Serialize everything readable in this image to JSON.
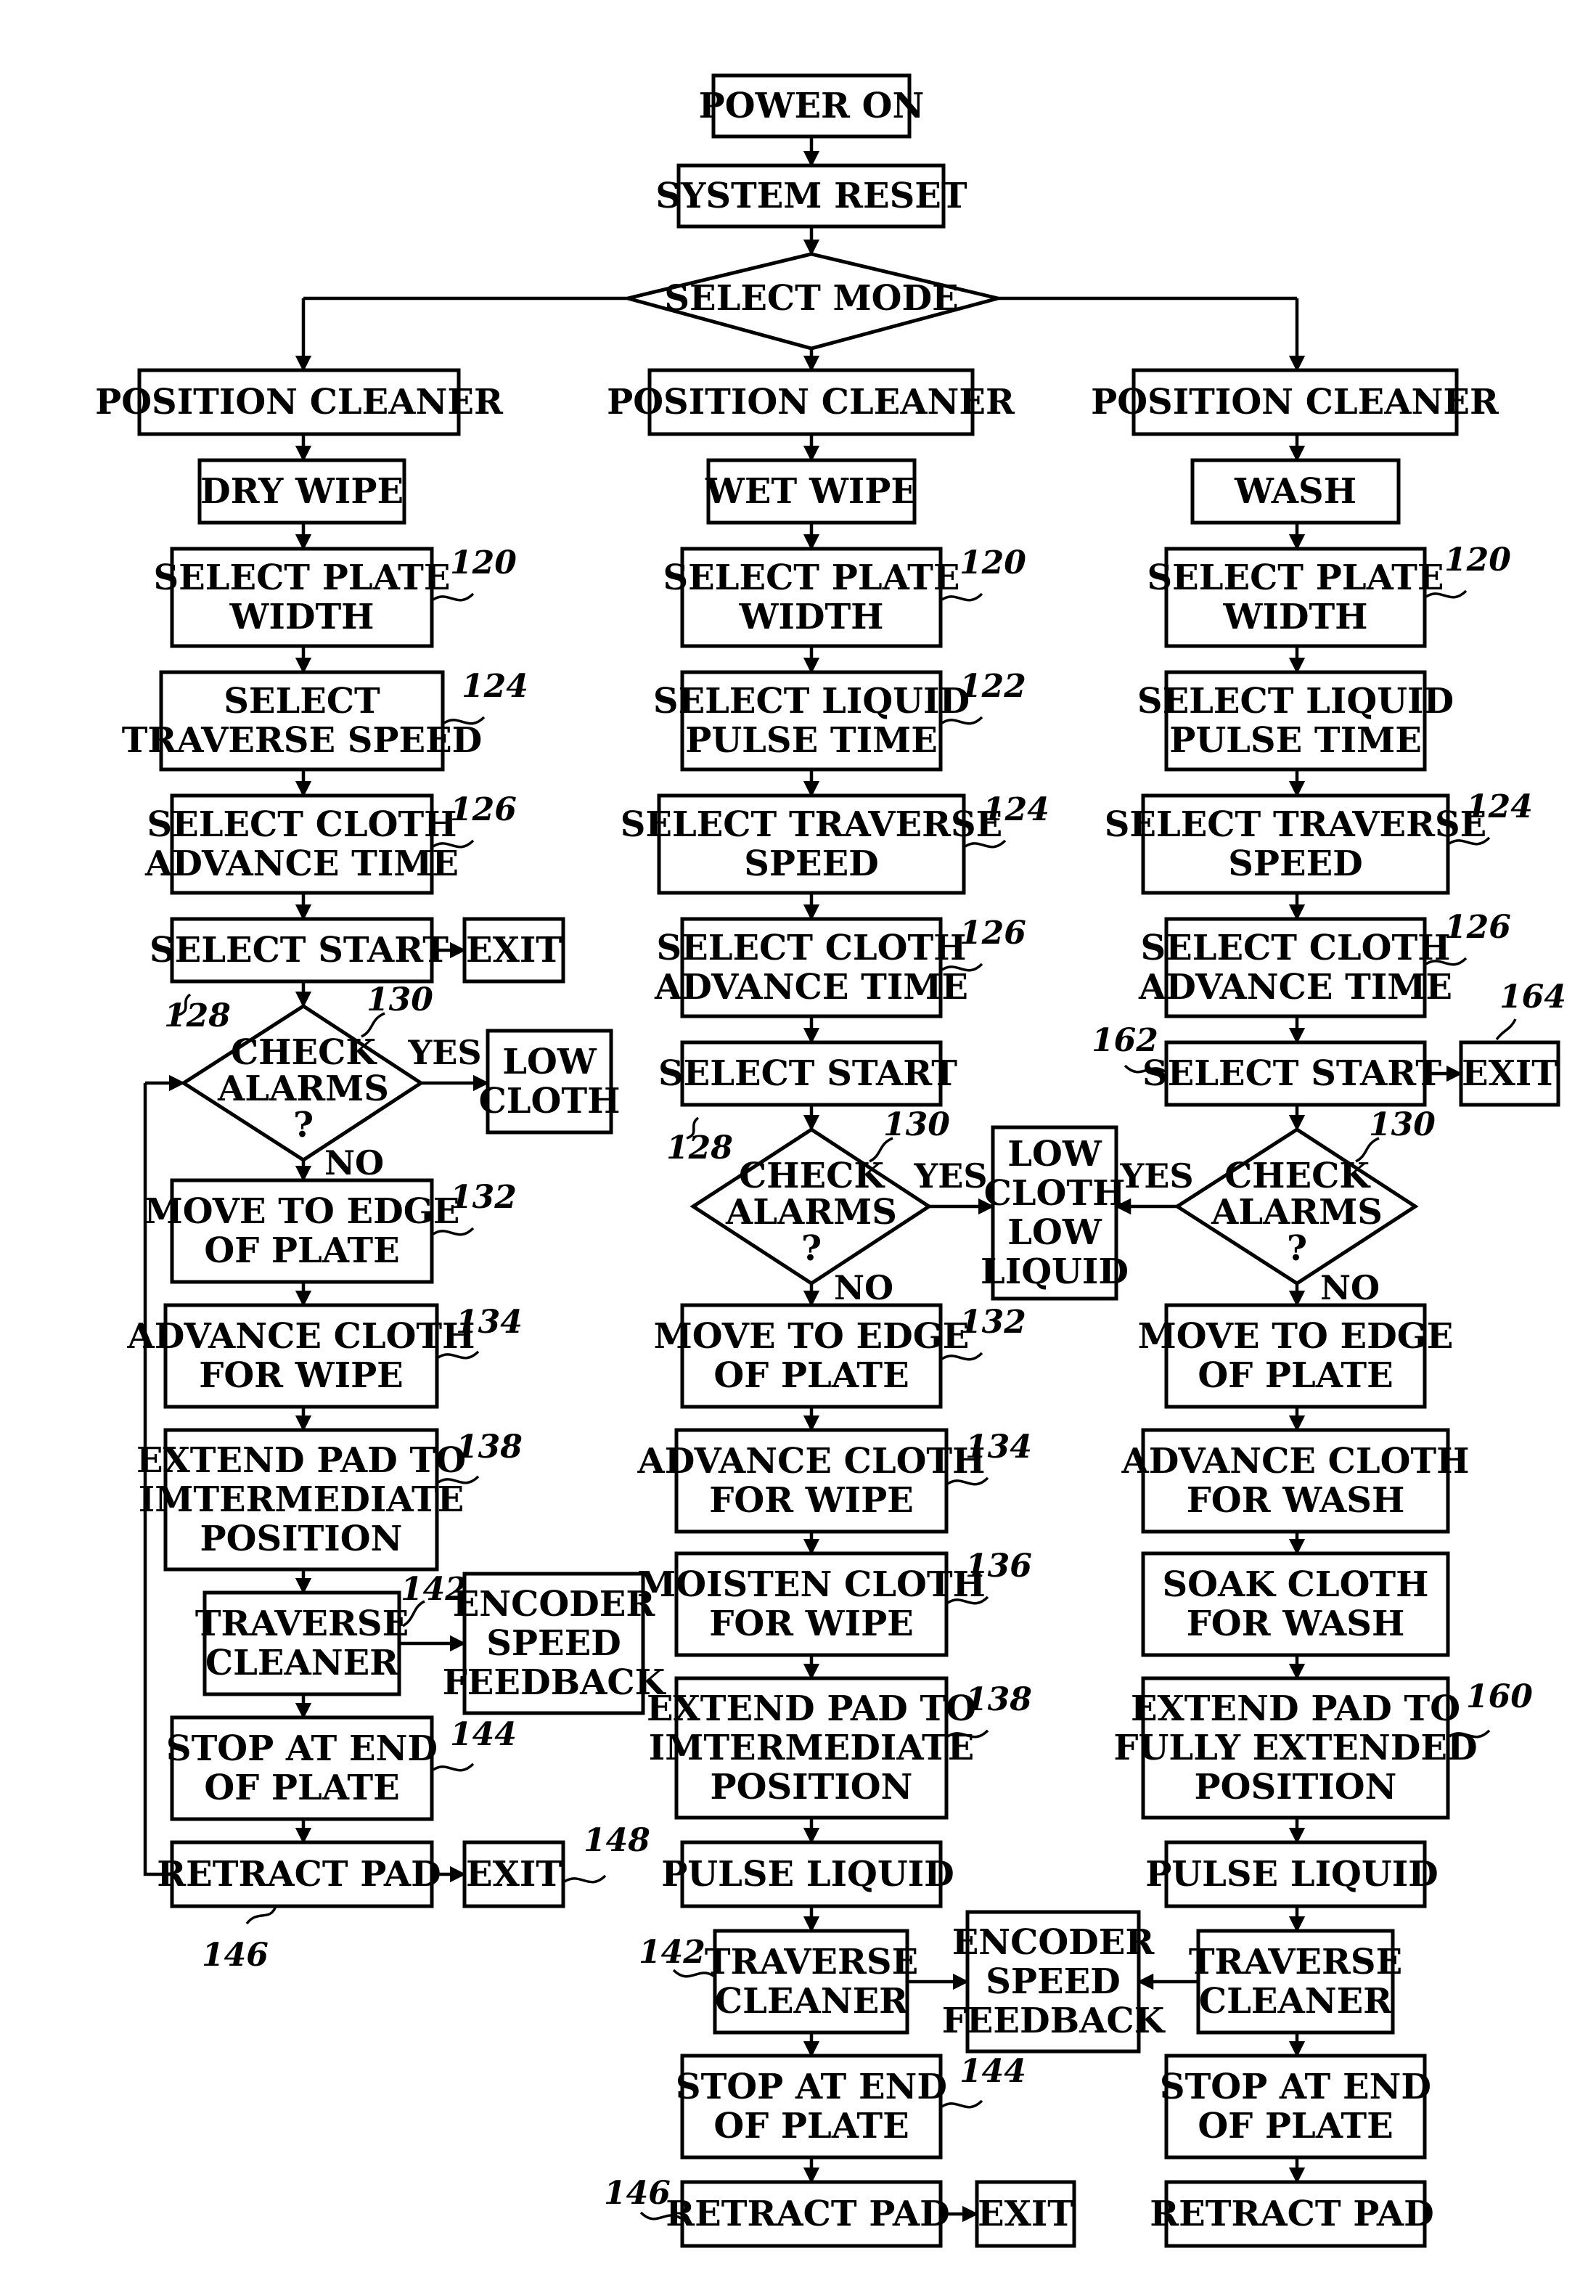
{
  "nodes": {
    "power_on": {
      "lines": [
        "POWER ON"
      ]
    },
    "system_reset": {
      "lines": [
        "SYSTEM RESET"
      ]
    },
    "select_mode": {
      "lines": [
        "SELECT MODE"
      ]
    },
    "left": {
      "position_cleaner": {
        "lines": [
          "POSITION CLEANER"
        ]
      },
      "dry_wipe": {
        "lines": [
          "DRY WIPE"
        ]
      },
      "select_plate_width": {
        "lines": [
          "SELECT PLATE",
          "WIDTH"
        ]
      },
      "select_traverse_speed": {
        "lines": [
          "SELECT",
          "TRAVERSE SPEED"
        ]
      },
      "select_cloth_advance_time": {
        "lines": [
          "SELECT CLOTH",
          "ADVANCE TIME"
        ]
      },
      "select_start": {
        "lines": [
          "SELECT START"
        ]
      },
      "exit_start": {
        "lines": [
          "EXIT"
        ]
      },
      "check_alarms": {
        "lines": [
          "CHECK",
          "ALARMS",
          "?"
        ]
      },
      "low_cloth": {
        "lines": [
          "LOW",
          "CLOTH"
        ]
      },
      "move_to_edge": {
        "lines": [
          "MOVE TO EDGE",
          "OF PLATE"
        ]
      },
      "advance_cloth": {
        "lines": [
          "ADVANCE CLOTH",
          "FOR WIPE"
        ]
      },
      "extend_pad": {
        "lines": [
          "EXTEND PAD TO",
          "IMTERMEDIATE",
          "POSITION"
        ]
      },
      "traverse_cleaner": {
        "lines": [
          "TRAVERSE",
          "CLEANER"
        ]
      },
      "encoder_feedback": {
        "lines": [
          "ENCODER",
          "SPEED",
          "FEEDBACK"
        ]
      },
      "stop_at_end": {
        "lines": [
          "STOP AT END",
          "OF PLATE"
        ]
      },
      "retract_pad": {
        "lines": [
          "RETRACT PAD"
        ]
      },
      "exit_end": {
        "lines": [
          "EXIT"
        ]
      }
    },
    "middle": {
      "position_cleaner": {
        "lines": [
          "POSITION CLEANER"
        ]
      },
      "wet_wipe": {
        "lines": [
          "WET WIPE"
        ]
      },
      "select_plate_width": {
        "lines": [
          "SELECT PLATE",
          "WIDTH"
        ]
      },
      "select_liquid_pulse_time": {
        "lines": [
          "SELECT LIQUID",
          "PULSE TIME"
        ]
      },
      "select_traverse_speed": {
        "lines": [
          "SELECT TRAVERSE",
          "SPEED"
        ]
      },
      "select_cloth_advance_time": {
        "lines": [
          "SELECT CLOTH",
          "ADVANCE TIME"
        ]
      },
      "select_start": {
        "lines": [
          "SELECT START"
        ]
      },
      "check_alarms": {
        "lines": [
          "CHECK",
          "ALARMS",
          "?"
        ]
      },
      "move_to_edge": {
        "lines": [
          "MOVE TO EDGE",
          "OF PLATE"
        ]
      },
      "advance_cloth": {
        "lines": [
          "ADVANCE CLOTH",
          "FOR WIPE"
        ]
      },
      "moisten_cloth": {
        "lines": [
          "MOISTEN CLOTH",
          "FOR WIPE"
        ]
      },
      "extend_pad": {
        "lines": [
          "EXTEND PAD TO",
          "IMTERMEDIATE",
          "POSITION"
        ]
      },
      "pulse_liquid": {
        "lines": [
          "PULSE LIQUID"
        ]
      },
      "traverse_cleaner": {
        "lines": [
          "TRAVERSE",
          "CLEANER"
        ]
      },
      "stop_at_end": {
        "lines": [
          "STOP AT END",
          "OF PLATE"
        ]
      },
      "retract_pad": {
        "lines": [
          "RETRACT PAD"
        ]
      },
      "exit_end": {
        "lines": [
          "EXIT"
        ]
      }
    },
    "low_cloth_low_liquid": {
      "lines": [
        "LOW",
        "CLOTH",
        "LOW",
        "LIQUID"
      ]
    },
    "encoder_feedback_shared": {
      "lines": [
        "ENCODER",
        "SPEED",
        "FEEDBACK"
      ]
    },
    "right": {
      "position_cleaner": {
        "lines": [
          "POSITION CLEANER"
        ]
      },
      "wash": {
        "lines": [
          "WASH"
        ]
      },
      "select_plate_width": {
        "lines": [
          "SELECT PLATE",
          "WIDTH"
        ]
      },
      "select_liquid_pulse_time": {
        "lines": [
          "SELECT LIQUID",
          "PULSE TIME"
        ]
      },
      "select_traverse_speed": {
        "lines": [
          "SELECT TRAVERSE",
          "SPEED"
        ]
      },
      "select_cloth_advance_time": {
        "lines": [
          "SELECT CLOTH",
          "ADVANCE TIME"
        ]
      },
      "select_start": {
        "lines": [
          "SELECT START"
        ]
      },
      "exit_start": {
        "lines": [
          "EXIT"
        ]
      },
      "check_alarms": {
        "lines": [
          "CHECK",
          "ALARMS",
          "?"
        ]
      },
      "move_to_edge": {
        "lines": [
          "MOVE TO EDGE",
          "OF PLATE"
        ]
      },
      "advance_cloth": {
        "lines": [
          "ADVANCE CLOTH",
          "FOR WASH"
        ]
      },
      "soak_cloth": {
        "lines": [
          "SOAK CLOTH",
          "FOR WASH"
        ]
      },
      "extend_pad": {
        "lines": [
          "EXTEND PAD TO",
          "FULLY EXTENDED",
          "POSITION"
        ]
      },
      "pulse_liquid": {
        "lines": [
          "PULSE LIQUID"
        ]
      },
      "traverse_cleaner": {
        "lines": [
          "TRAVERSE",
          "CLEANER"
        ]
      },
      "stop_at_end": {
        "lines": [
          "STOP AT END",
          "OF PLATE"
        ]
      },
      "retract_pad": {
        "lines": [
          "RETRACT PAD"
        ]
      }
    }
  },
  "edge_labels": {
    "left_yes": "YES",
    "left_no": "NO",
    "middle_yes": "YES",
    "middle_no": "NO",
    "right_yes": "YES",
    "right_no": "NO"
  },
  "refs": {
    "left_120": "120",
    "left_124": "124",
    "left_126": "126",
    "left_128": "128",
    "left_130": "130",
    "left_132": "132",
    "left_134": "134",
    "left_138": "138",
    "left_142": "142",
    "left_144": "144",
    "left_146": "146",
    "left_148": "148",
    "middle_120": "120",
    "middle_122": "122",
    "middle_124": "124",
    "middle_126": "126",
    "middle_128": "128",
    "middle_130": "130",
    "middle_132": "132",
    "middle_134": "134",
    "middle_136": "136",
    "middle_138": "138",
    "middle_142": "142",
    "middle_144": "144",
    "middle_146": "146",
    "right_120": "120",
    "right_124": "124",
    "right_126": "126",
    "right_130": "130",
    "right_160": "160",
    "right_162": "162",
    "right_164": "164"
  }
}
